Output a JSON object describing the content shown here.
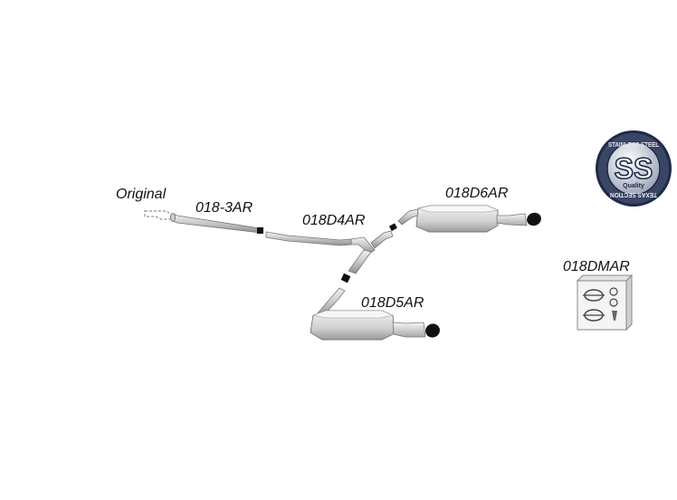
{
  "parts": {
    "original": "Original",
    "front_pipe": "018-3AR",
    "middle_pipe": "018D4AR",
    "rear_right_silencer": "018D6AR",
    "rear_left_silencer": "018D5AR",
    "mounting_kit": "018DMAR"
  },
  "badge": {
    "initials": "SS",
    "ring_top": "STAINLESS STEEL",
    "ring_bottom": "TEXAS SECTION",
    "quality": "Quality"
  },
  "colors": {
    "metal": "#d4d4d4",
    "metal_dark": "#8a8a8a",
    "tip": "#111111",
    "badge_dark": "#1d2a4a"
  }
}
